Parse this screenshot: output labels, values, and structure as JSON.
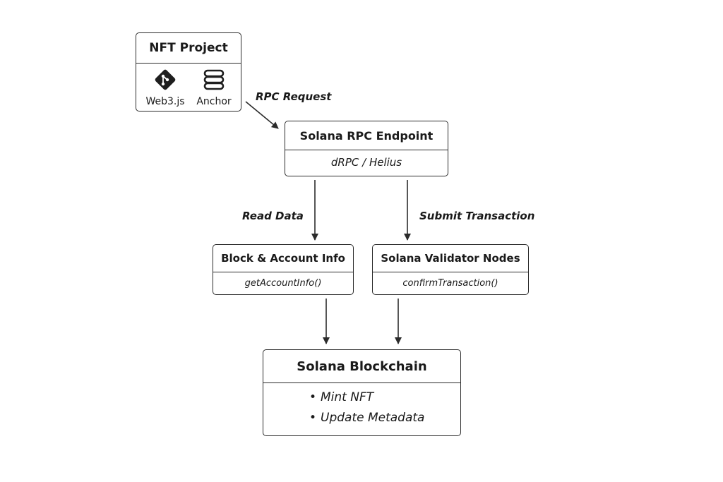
{
  "nft_project": {
    "title": "NFT Project",
    "tools": [
      {
        "name": "Web3.js",
        "icon": "git-diamond-icon"
      },
      {
        "name": "Anchor",
        "icon": "stack-icon"
      }
    ]
  },
  "edges": {
    "rpc_request": "RPC Request",
    "read_data": "Read Data",
    "submit_transaction": "Submit Transaction"
  },
  "rpc_endpoint": {
    "title": "Solana RPC Endpoint",
    "subtitle": "dRPC / Helius"
  },
  "account_info": {
    "title": "Block & Account Info",
    "subtitle": "getAccountInfo()"
  },
  "validator_nodes": {
    "title": "Solana Validator Nodes",
    "subtitle": "confirmTransaction()"
  },
  "blockchain": {
    "title": "Solana Blockchain",
    "items": [
      "Mint NFT",
      "Update Metadata"
    ]
  },
  "colors": {
    "stroke": "#2b2b2b",
    "background": "#ffffff"
  }
}
